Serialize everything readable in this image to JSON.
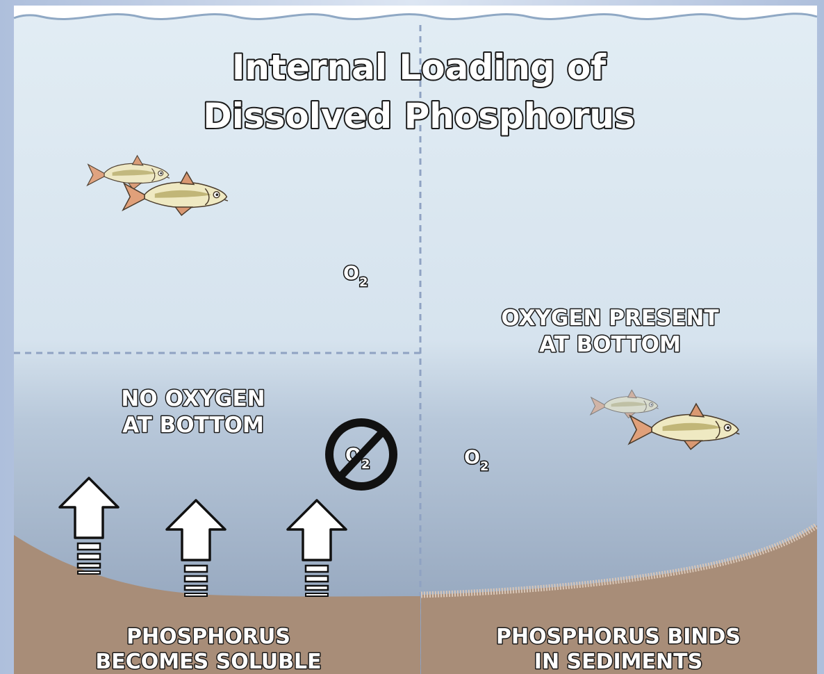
{
  "title": {
    "line1": "Internal Loading of",
    "line2": "Dissolved Phosphorus"
  },
  "left_panel": {
    "condition_line1": "NO OXYGEN",
    "condition_line2": "AT BOTTOM",
    "result_line1": "PHOSPHORUS",
    "result_line2": "BECOMES SOLUBLE"
  },
  "right_panel": {
    "condition_line1": "OXYGEN PRESENT",
    "condition_line2": "AT BOTTOM",
    "result_line1": "PHOSPHORUS BINDS",
    "result_line2": "IN SEDIMENTS"
  },
  "oxygen_symbol": {
    "element": "O",
    "subscript": "2"
  },
  "icons": [
    "fish-icon",
    "up-arrow-icon",
    "no-oxygen-icon",
    "o2-symbol"
  ],
  "colors": {
    "surface_water": "#dde9f1",
    "deep_water": "#8c9fb8",
    "sediment": "#a88d78",
    "frame": "#c9d6ea",
    "divider": "#8fa2c2"
  }
}
